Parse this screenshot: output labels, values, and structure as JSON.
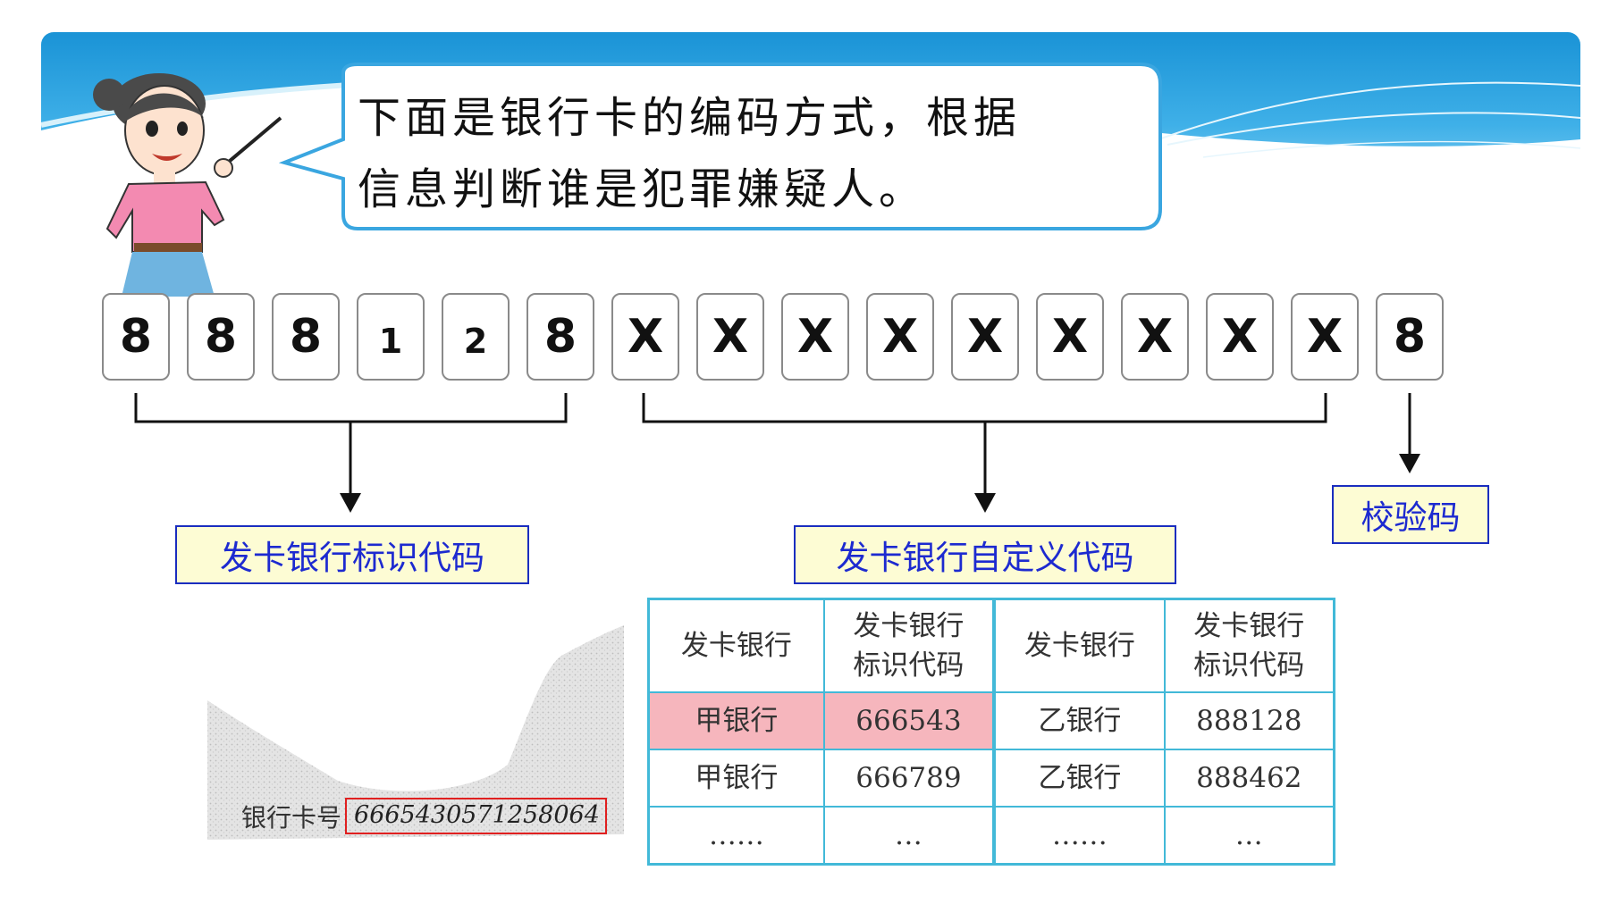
{
  "speech": {
    "line1": "下面是银行卡的编码方式，根据",
    "line2": "信息判断谁是犯罪嫌疑人。"
  },
  "digits": [
    "8",
    "8",
    "8",
    "1",
    "2",
    "8",
    "X",
    "X",
    "X",
    "X",
    "X",
    "X",
    "X",
    "X",
    "X",
    "8"
  ],
  "labels": {
    "issuer_code": "发卡银行标识代码",
    "custom_code": "发卡银行自定义代码",
    "check_digit": "校验码"
  },
  "card": {
    "label": "银行卡号",
    "number": "6665430571258064"
  },
  "table": {
    "header": [
      "发卡银行",
      "发卡银行标识代码",
      "发卡银行",
      "发卡银行标识代码"
    ],
    "rows": [
      [
        "甲银行",
        "666543",
        "乙银行",
        "888128"
      ],
      [
        "甲银行",
        "666789",
        "乙银行",
        "888462"
      ],
      [
        "……",
        "…",
        "……",
        "…"
      ]
    ]
  },
  "colors": {
    "label_text": "#1d2ad0",
    "label_border": "#1a2dbf",
    "label_fill": "#fdfcd4",
    "table_border": "#42b9d8",
    "highlight": "#f6b6bd",
    "card_box": "#e02020"
  }
}
